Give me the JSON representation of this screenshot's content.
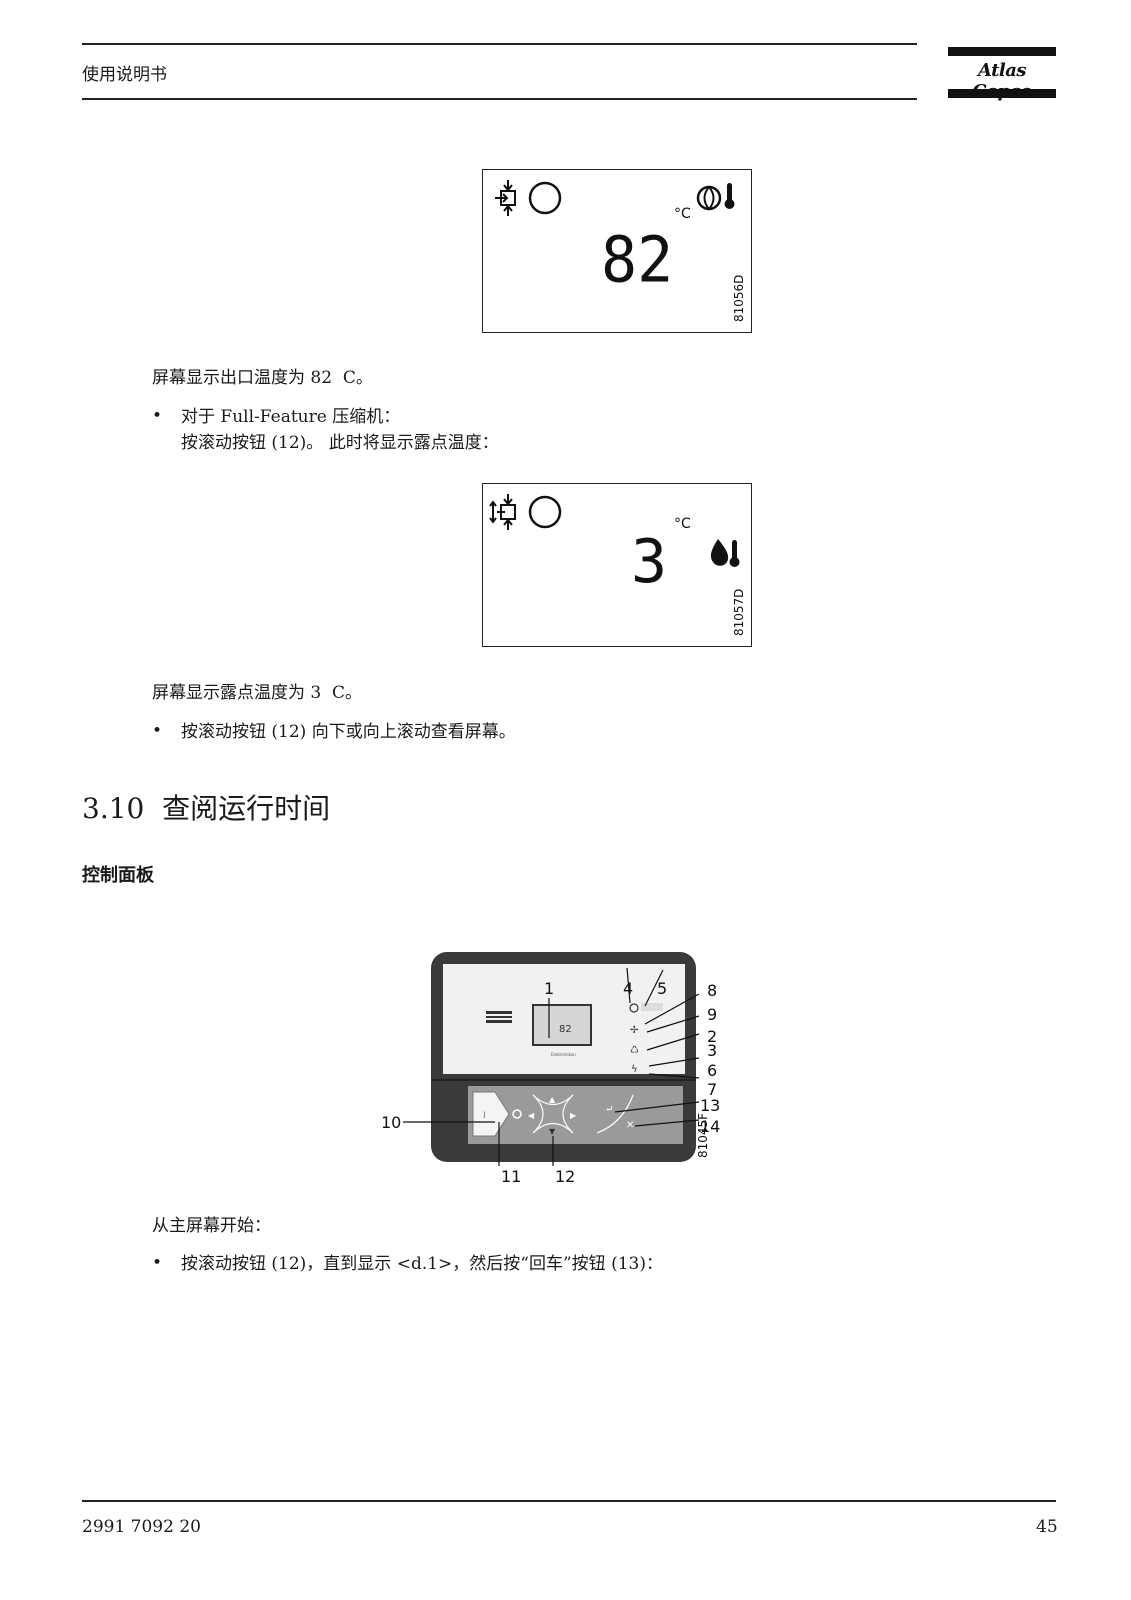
{
  "header": {
    "title": "使用说明书",
    "logo": "Atlas Copco"
  },
  "figure1": {
    "reading": "82",
    "unit": "°C",
    "code": "81056D"
  },
  "text1": "屏幕显示出口温度为 82  C。",
  "bullet1": {
    "line1": "对于 Full-Feature 压缩机：",
    "line2": "按滚动按钮 (12)。 此时将显示露点温度："
  },
  "figure2": {
    "reading": "3",
    "unit": "°C",
    "code": "81057D"
  },
  "text2": "屏幕显示露点温度为 3  C。",
  "bullet2": "按滚动按钮 (12) 向下或向上滚动查看屏幕。",
  "section": {
    "number": "3.10",
    "title": "查阅运行时间"
  },
  "subheading": "控制面板",
  "panel": {
    "code": "81045F",
    "display_value": "82",
    "callouts": [
      "1",
      "4",
      "5",
      "8",
      "9",
      "2",
      "3",
      "6",
      "7",
      "13",
      "14",
      "10",
      "11",
      "12"
    ]
  },
  "text3": "从主屏幕开始：",
  "bullet3": "按滚动按钮 (12)，直到显示 <d.1>，然后按“回车”按钮 (13)：",
  "footer": {
    "doc_number": "2991 7092 20",
    "page": "45"
  }
}
